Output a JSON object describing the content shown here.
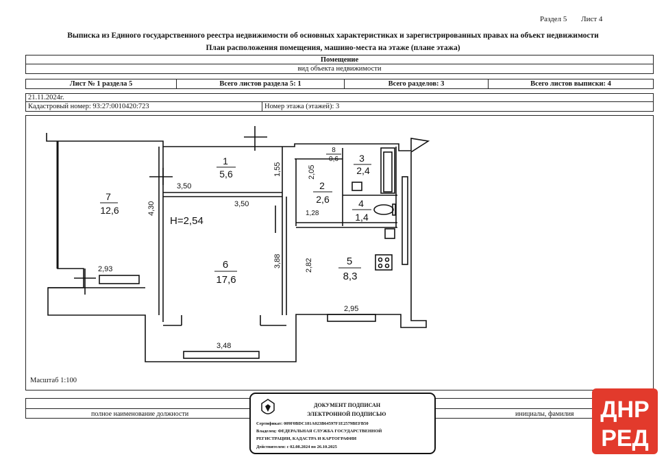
{
  "header": {
    "section": "Раздел 5",
    "sheet": "Лист 4",
    "title": "Выписка из Единого государственного реестра недвижимости об основных характеристиках и зарегистрированных правах на объект недвижимости",
    "subtitle": "План расположения помещения, машино-места на этаже (плане этажа)"
  },
  "object": {
    "name": "Помещение",
    "kind_label": "вид объекта недвижимости"
  },
  "sheets": {
    "sheet_no": "Лист № 1 раздела 5",
    "total_section": "Всего листов раздела 5: 1",
    "total_sections": "Всего разделов: 3",
    "total_extract": "Всего листов выписки: 4"
  },
  "info": {
    "date": "21.11.2024г.",
    "cadastral": "Кадастровый номер: 93:27:0010420:723",
    "floor": "Номер этажа (этажей): 3"
  },
  "plan": {
    "height_label": "H=2,54",
    "rooms": [
      {
        "num": "1",
        "area": "5,6"
      },
      {
        "num": "2",
        "area": "2,6"
      },
      {
        "num": "3",
        "area": "2,4"
      },
      {
        "num": "4",
        "area": "1,4"
      },
      {
        "num": "5",
        "area": "8,3"
      },
      {
        "num": "6",
        "area": "17,6"
      },
      {
        "num": "7",
        "area": "12,6"
      },
      {
        "num": "8",
        "area": "0,6"
      }
    ],
    "dims": [
      "3,50",
      "3,50",
      "1,55",
      "4,30",
      "2,93",
      "3,88",
      "3,48",
      "2,05",
      "1,28",
      "2,82",
      "2,95"
    ]
  },
  "scale": "Масштаб 1:100",
  "signature": {
    "position_label": "полное наименование должности",
    "name_label": "инициалы, фамилия"
  },
  "stamp": {
    "line1": "ДОКУМЕНТ ПОДПИСАН",
    "line2": "ЭЛЕКТРОННОЙ ПОДПИСЬЮ",
    "certificate": "Сертификат: 009F0BDC181A023B64597F1E2579BEFB50",
    "owner1": "Владелец: ФЕДЕРАЛЬНАЯ СЛУЖБА ГОСУДАРСТВЕННОЙ",
    "owner2": "РЕГИСТРАЦИИ, КАДАСТРА И КАРТОГРАФИИ",
    "valid": "Действителен: с 02.08.2024 по 26.10.2025"
  },
  "logo": {
    "top": "ДНР",
    "bottom": "РЕД",
    "color": "#e23a2c"
  }
}
